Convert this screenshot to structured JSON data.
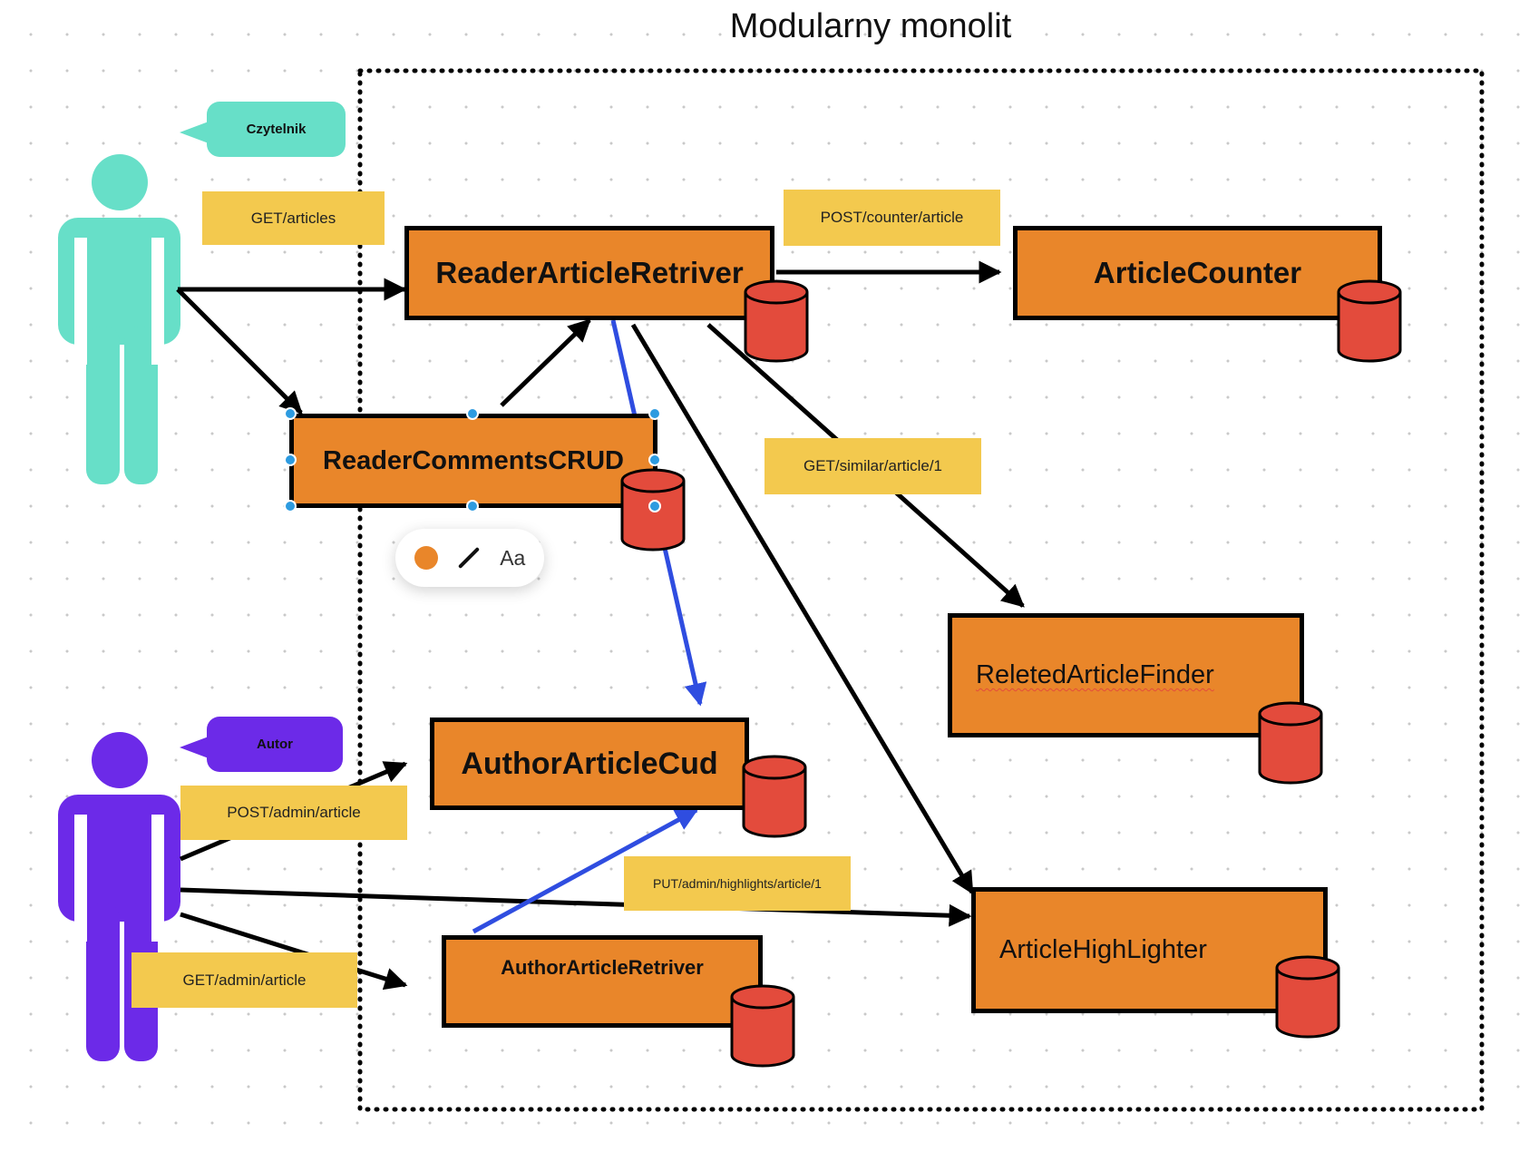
{
  "title": "Modularny monolit",
  "actors": {
    "reader": {
      "label": "Czytelnik",
      "color": "#67dfc8"
    },
    "author": {
      "label": "Autor",
      "color": "#6c2ae8"
    }
  },
  "modules": {
    "reader_article_retriver": "ReaderArticleRetriver",
    "article_counter": "ArticleCounter",
    "reader_comments_crud": "ReaderCommentsCRUD",
    "releted_article_finder": "ReletedArticleFinder",
    "author_article_cud": "AuthorArticleCud",
    "author_article_retriver": "AuthorArticleRetriver",
    "article_highlighter": "ArticleHighLighter"
  },
  "endpoints": {
    "get_articles": "GET/articles",
    "post_counter_article": "POST/counter/article",
    "get_similar_article": "GET/similar/article/1",
    "post_admin_article": "POST/admin/article",
    "put_admin_highlights": "PUT/admin/highlights/article/1",
    "get_admin_article": "GET/admin/article"
  },
  "toolbar": {
    "text_label": "Aa"
  },
  "colors": {
    "module_fill": "#e9862a",
    "database": "#e34b3c",
    "label_fill": "#f3c94e",
    "highlight_arrow": "#2f4de0",
    "selection_handle": "#2d9be0"
  }
}
